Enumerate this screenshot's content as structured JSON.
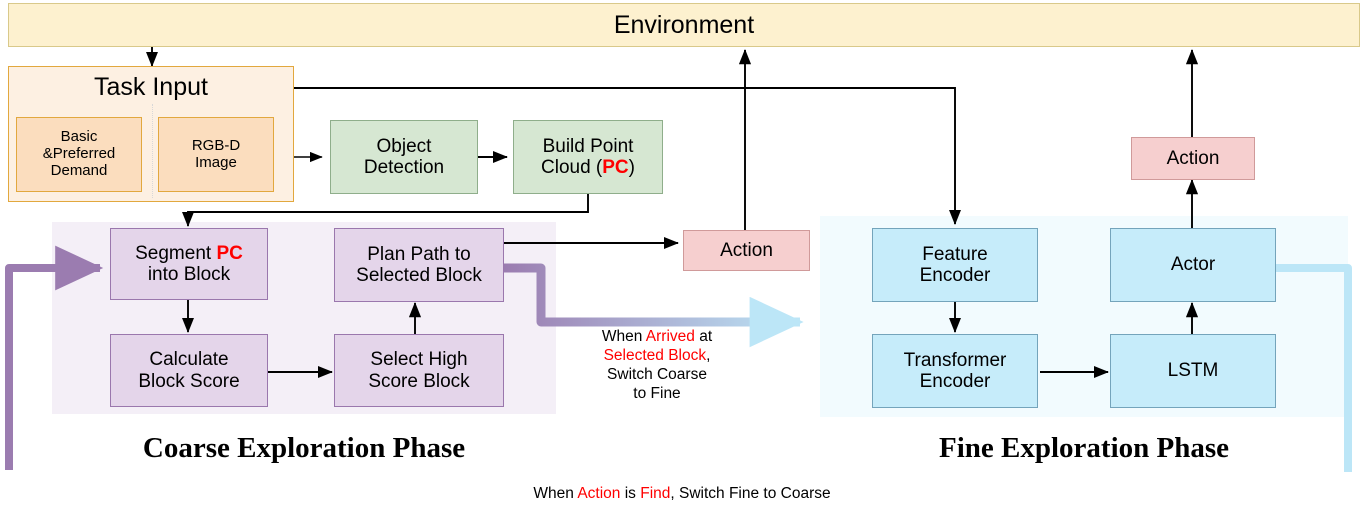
{
  "diagram": {
    "environment": {
      "label": "Environment"
    },
    "task_input": {
      "title": "Task Input",
      "sub_left": "Basic\n&Preferred\nDemand",
      "sub_left_lines": [
        "Basic",
        "&Preferred",
        "Demand"
      ],
      "sub_right_lines": [
        "RGB-D",
        "Image"
      ]
    },
    "perception": [
      {
        "name": "object-detection",
        "lines": [
          "Object",
          "Detection"
        ]
      },
      {
        "name": "build-point-cloud",
        "lines": [
          "Build Point",
          "Cloud (",
          "PC",
          ")"
        ],
        "prefix": "Build Point",
        "tail_pre": "Cloud (",
        "tail_hl": "PC",
        "tail_post": ")"
      }
    ],
    "action_center": {
      "label": "Action"
    },
    "action_right": {
      "label": "Action"
    },
    "coarse": {
      "title": "Coarse Exploration Phase",
      "boxes": [
        {
          "name": "segment-pc-into-block",
          "l1_pre": "Segment ",
          "l1_hl": "PC",
          "l2": "into Block"
        },
        {
          "name": "plan-path-to-selected-block",
          "l1": "Plan Path to",
          "l2": "Selected Block"
        },
        {
          "name": "calculate-block-score",
          "l1": "Calculate",
          "l2": "Block Score"
        },
        {
          "name": "select-high-score-block",
          "l1": "Select High",
          "l2": "Score Block"
        }
      ]
    },
    "fine": {
      "title": "Fine Exploration Phase",
      "boxes": [
        {
          "name": "feature-encoder",
          "l1": "Feature",
          "l2": "Encoder"
        },
        {
          "name": "transformer-encoder",
          "l1": "Transformer",
          "l2": "Encoder"
        },
        {
          "name": "actor",
          "l1": "Actor",
          "l2": ""
        },
        {
          "name": "lstm",
          "l1": "LSTM",
          "l2": ""
        }
      ]
    },
    "notes": {
      "coarse_to_fine": {
        "line1_pre": "When ",
        "line1_hl": "Arrived",
        "line1_post": " at",
        "line2_hl": "Selected Block",
        "line2_post": ",",
        "line3": "Switch Coarse",
        "line4": "to Fine"
      },
      "fine_to_coarse": {
        "pre": "When ",
        "hl1": "Action",
        "mid": " is ",
        "hl2": "Find",
        "post": ", Switch Fine to Coarse"
      }
    },
    "colors": {
      "environment_fill": "#fdf1cf",
      "task_input_fill": "#fdf0e2",
      "sub_input_fill": "#fbddbe",
      "green_fill": "#d6e7d2",
      "red_fill": "#f6cfcf",
      "purple_fill": "#e4d5ea",
      "blue_fill": "#c6ecfa",
      "coarse_panel": "#f4eff7",
      "fine_panel": "#f2fbfe",
      "highlight_red": "#ff0000",
      "purple_arrow": "#9b7cb0",
      "blue_arrow": "#bce6f7"
    }
  }
}
